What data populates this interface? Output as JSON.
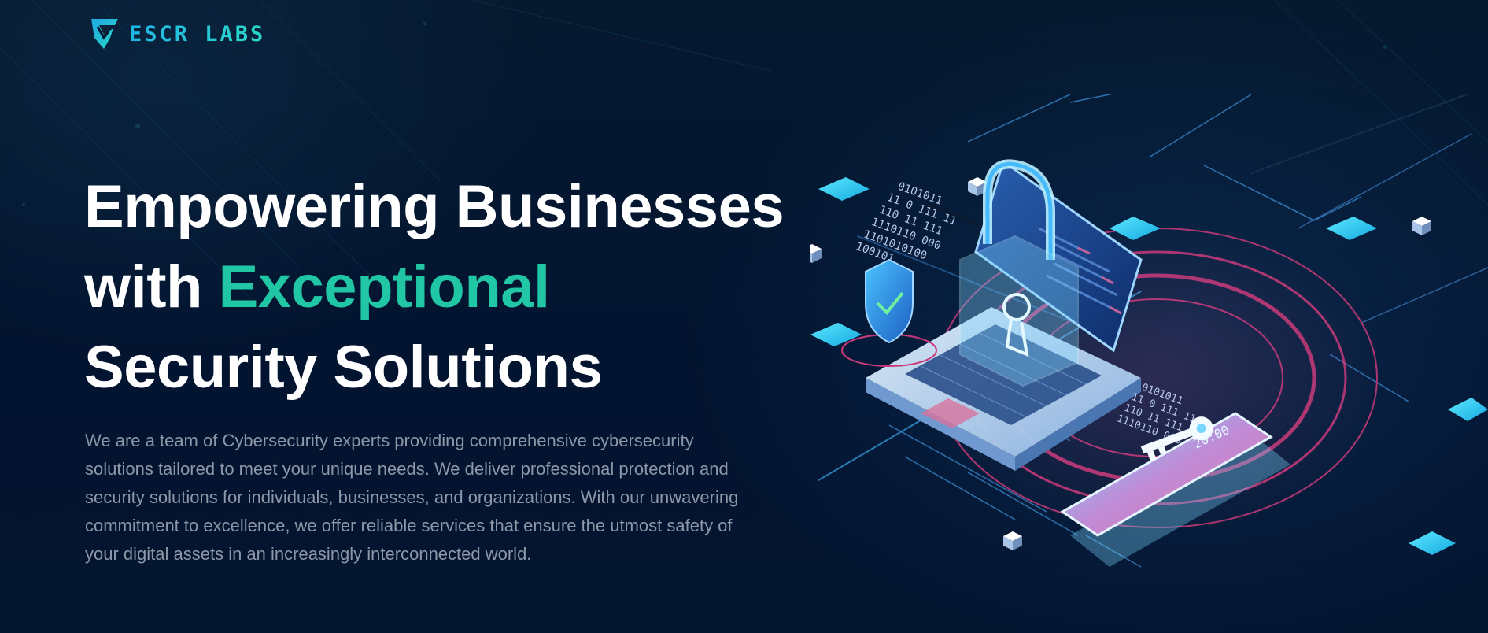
{
  "brand": {
    "logo_text": "ESCR LABS",
    "logo_icon": "shield-logo-icon",
    "colors": {
      "primary": "#24c8e0",
      "accent": "#21c7a4",
      "background": "#04152e"
    }
  },
  "hero": {
    "headline_line1": "Empowering Businesses",
    "headline_line2_prefix": "with ",
    "headline_line2_accent": "Exceptional",
    "headline_line3": "Security Solutions",
    "description": "We are a team of Cybersecurity experts providing comprehensive cybersecurity solutions tailored to meet your unique needs. We deliver professional protection and security solutions for individuals, businesses, and organizations. With our unwavering commitment to excellence, we offer reliable services that ensure the utmost safety of your digital assets in an increasingly interconnected world."
  },
  "illustration": {
    "binary_top": [
      "0101011",
      "11 0  111  11",
      "110 11 111",
      "1110110 000",
      "1101010100",
      "100101"
    ],
    "binary_bottom": [
      "0101011",
      "11 0  111  11",
      "110 11 111",
      "1110110 000"
    ],
    "phone_time": "20:00",
    "icons": [
      "laptop-icon",
      "padlock-icon",
      "shield-check-icon",
      "key-icon",
      "smartphone-icon"
    ]
  }
}
